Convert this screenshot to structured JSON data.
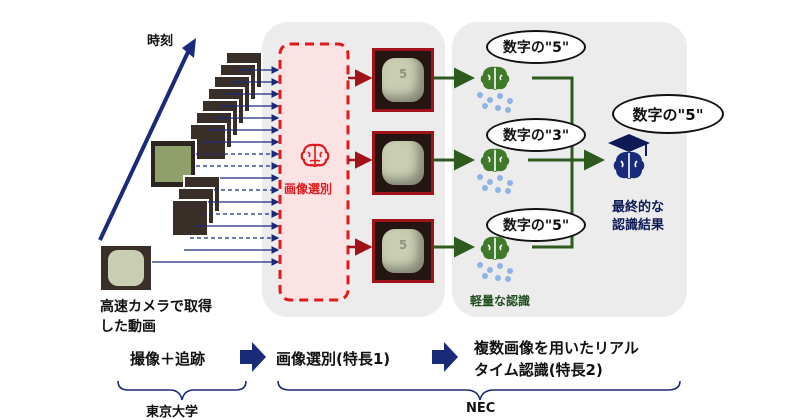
{
  "labels": {
    "time": "時刻",
    "high_speed_video": "高速カメラで取得",
    "high_speed_video_2": "した動画",
    "image_selection_inner": "画像選別",
    "lightweight_recognition": "軽量な認識",
    "final_result_1": "最終的な",
    "final_result_2": "認識結果",
    "bubble_1": "数字の\"5\"",
    "bubble_2": "数字の\"3\"",
    "bubble_3": "数字の\"5\"",
    "bubble_final": "数字の\"5\""
  },
  "thumbs": [
    "5",
    "",
    "5"
  ],
  "bottom": {
    "step1": "撮像＋追跡",
    "step2": "画像選別(特長1)",
    "step3_line1": "複数画像を用いたリアル",
    "step3_line2": "タイム認識(特長2)",
    "org1": "東京大学",
    "org2": "NEC"
  },
  "colors": {
    "accent_red": "#e0191b",
    "dark_green": "#2d5a1e",
    "navy": "#1a2a7a",
    "panel": "#ececec"
  },
  "icons": [
    "brain-icon",
    "graduation-brain-icon",
    "arrow-right-icon"
  ]
}
